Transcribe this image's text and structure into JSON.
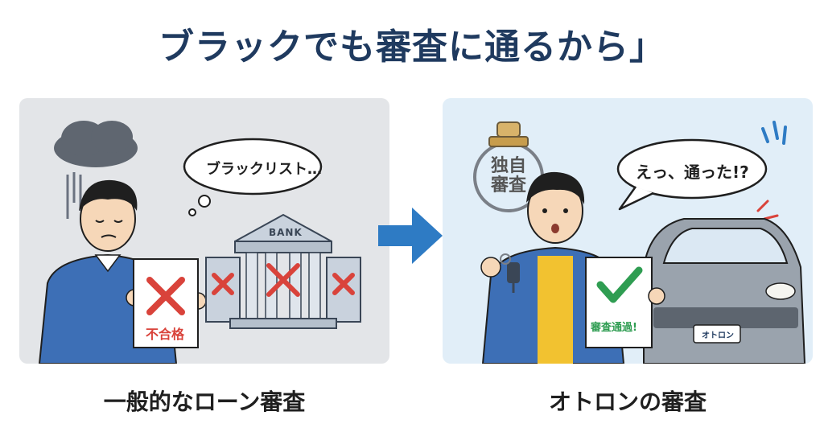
{
  "title": "ブラックでも審査に通るから」",
  "left": {
    "caption": "一般的なローン審査",
    "thought": "ブラックリスト…",
    "document_label": "不合格",
    "bank_label": "BANK"
  },
  "right": {
    "caption": "オトロンの審査",
    "speech": "えっ、通った!?",
    "stamp_line1": "独自",
    "stamp_line2": "審査",
    "document_label": "審査通過!",
    "plate_label": "オトロン"
  },
  "colors": {
    "title": "#1f3a5f",
    "arrow": "#2e7bc4",
    "reject": "#d9433b",
    "approve": "#2f9d52",
    "shirt_blue": "#3d6fb6",
    "shirt_yellow": "#f2c230"
  },
  "icons": [
    "rain-cloud-icon",
    "bank-icon",
    "cross-mark-icon",
    "check-mark-icon",
    "stamp-icon",
    "car-icon",
    "key-icon",
    "arrow-right-icon"
  ]
}
